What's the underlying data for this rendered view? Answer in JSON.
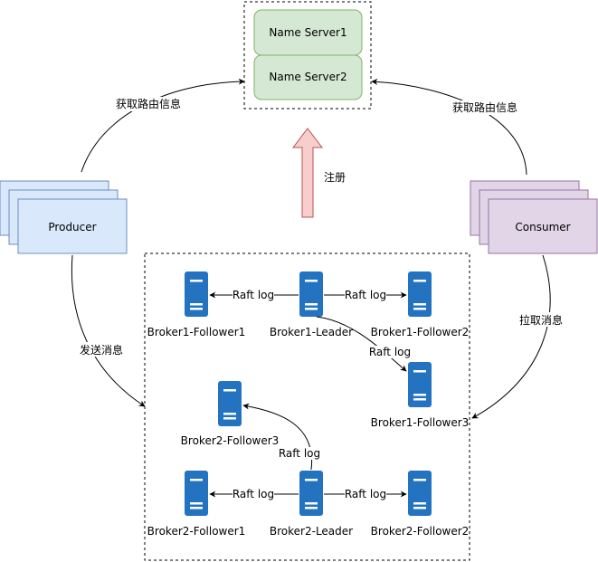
{
  "name_servers": [
    "Name Server1",
    "Name Server2"
  ],
  "producer": "Producer",
  "consumer": "Consumer",
  "register": "注册",
  "producer_route": "获取路由信息",
  "consumer_route": "获取路由信息",
  "send_msg": "发送消息",
  "pull_msg": "拉取消息",
  "raft": "Raft log",
  "brokers": {
    "b1_leader": "Broker1-Leader",
    "b1_f1": "Broker1-Follower1",
    "b1_f2": "Broker1-Follower2",
    "b1_f3": "Broker1-Follower3",
    "b2_leader": "Broker2-Leader",
    "b2_f1": "Broker2-Follower1",
    "b2_f2": "Broker2-Follower2",
    "b2_f3": "Broker2-Follower3"
  },
  "colors": {
    "name_server_fill": "#d5e8d4",
    "name_server_stroke": "#82b366",
    "producer_fill": "#dae8fc",
    "producer_stroke": "#6c8ebf",
    "consumer_fill": "#e1d5e7",
    "consumer_stroke": "#9673a6",
    "server_icon": "#2473c0",
    "register_arrow_fill": "#f8cecc",
    "register_arrow_stroke": "#b85450"
  }
}
